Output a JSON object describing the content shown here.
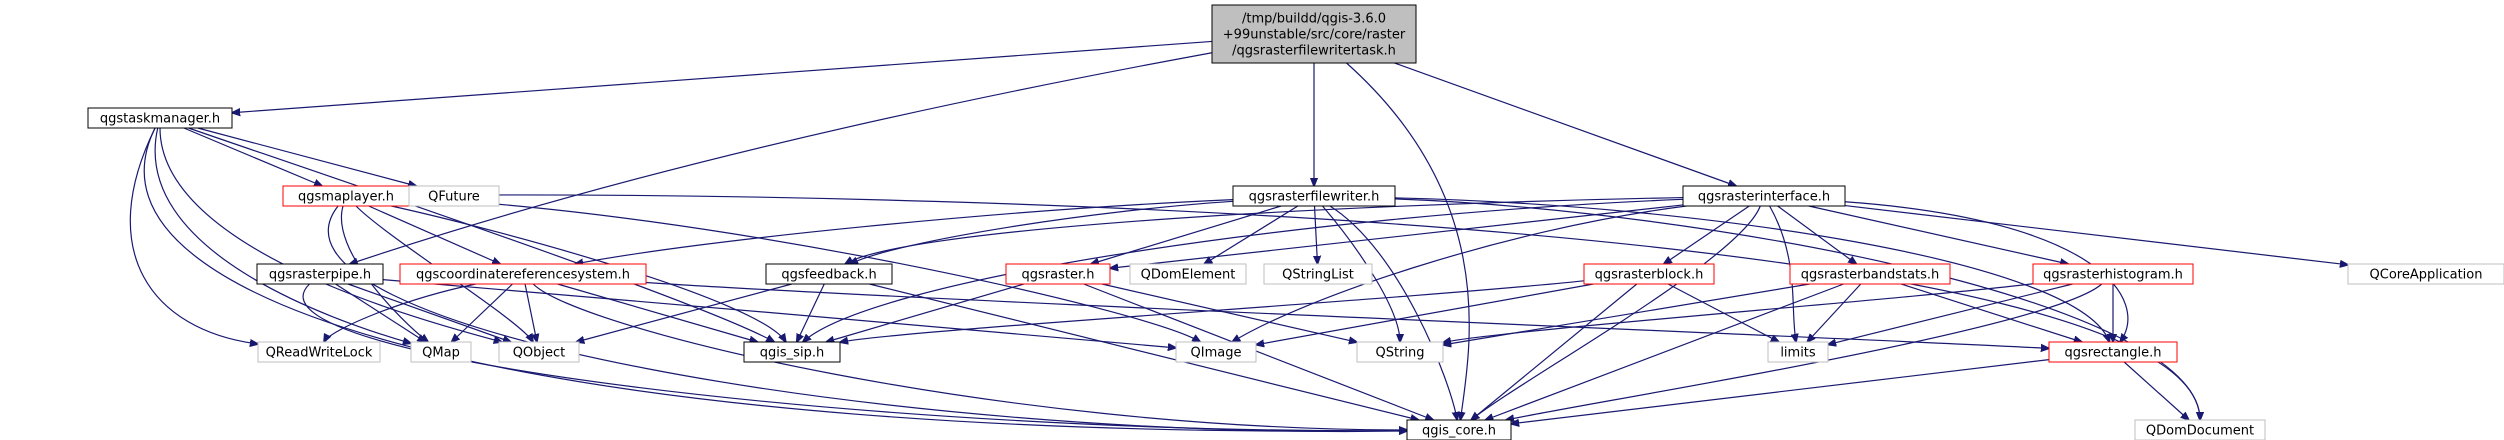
{
  "colors": {
    "edge": "#191970",
    "root_fill": "#bfbfbf",
    "node_fill": "#ffffff",
    "border_normal": "#000000",
    "border_red": "#ff0000",
    "border_gray": "#bfbfbf",
    "text": "#000000"
  },
  "nodes": {
    "root": [
      "/tmp/buildd/qgis-3.6.0",
      "+99unstable/src/core/raster",
      "/qgsrasterfilewritertask.h"
    ],
    "taskmanager": [
      "qgstaskmanager.h"
    ],
    "rasterfilewriter": [
      "qgsrasterfilewriter.h"
    ],
    "rasterinterface": [
      "qgsrasterinterface.h"
    ],
    "maplayer": [
      "qgsmaplayer.h"
    ],
    "qfuture": [
      "QFuture"
    ],
    "rasterpipe": [
      "qgsrasterpipe.h"
    ],
    "crs": [
      "qgscoordinatereferencesystem.h"
    ],
    "feedback": [
      "qgsfeedback.h"
    ],
    "raster": [
      "qgsraster.h"
    ],
    "qdomelement": [
      "QDomElement"
    ],
    "qstringlist": [
      "QStringList"
    ],
    "rasterblock": [
      "qgsrasterblock.h"
    ],
    "bandstats": [
      "qgsrasterbandstats.h"
    ],
    "histogram": [
      "qgsrasterhistogram.h"
    ],
    "qcoreapp": [
      "QCoreApplication"
    ],
    "qreadwritelock": [
      "QReadWriteLock"
    ],
    "qmap": [
      "QMap"
    ],
    "qobject": [
      "QObject"
    ],
    "qgissip": [
      "qgis_sip.h"
    ],
    "qimage": [
      "QImage"
    ],
    "qstring": [
      "QString"
    ],
    "limits": [
      "limits"
    ],
    "rectangle": [
      "qgsrectangle.h"
    ],
    "qgiscore": [
      "qgis_core.h"
    ],
    "qdomdocument": [
      "QDomDocument"
    ]
  }
}
